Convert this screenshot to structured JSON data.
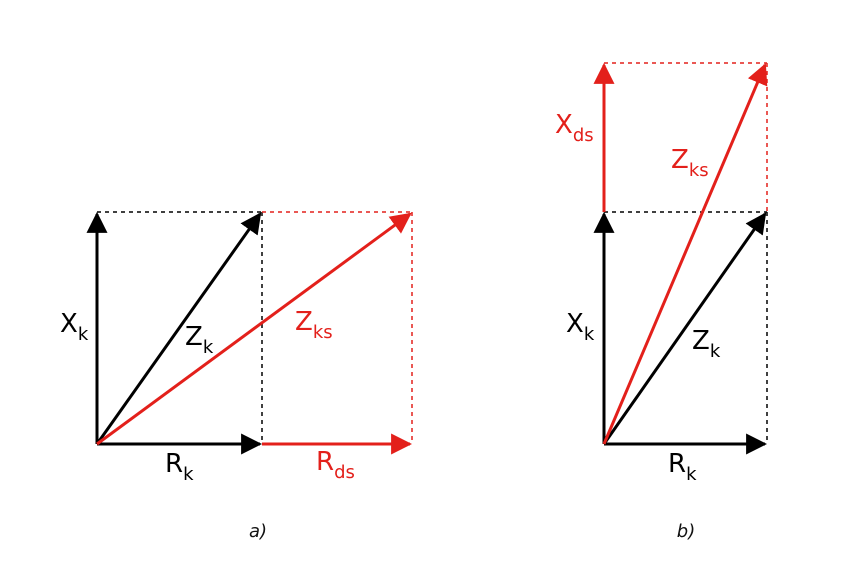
{
  "colors": {
    "black": "#000000",
    "red": "#e3201b"
  },
  "panel_a": {
    "caption": "a)",
    "x_label": {
      "main": "X",
      "sub": "k"
    },
    "r_label": {
      "main": "R",
      "sub": "k"
    },
    "z_label": {
      "main": "Z",
      "sub": "k"
    },
    "zs_label": {
      "main": "Z",
      "sub": "ks"
    },
    "rd_label": {
      "main": "R",
      "sub": "ds"
    }
  },
  "panel_b": {
    "caption": "b)",
    "xd_label": {
      "main": "X",
      "sub": "ds"
    },
    "zs_label": {
      "main": "Z",
      "sub": "ks"
    },
    "x_label": {
      "main": "X",
      "sub": "k"
    },
    "z_label": {
      "main": "Z",
      "sub": "k"
    },
    "r_label": {
      "main": "R",
      "sub": "k"
    }
  }
}
